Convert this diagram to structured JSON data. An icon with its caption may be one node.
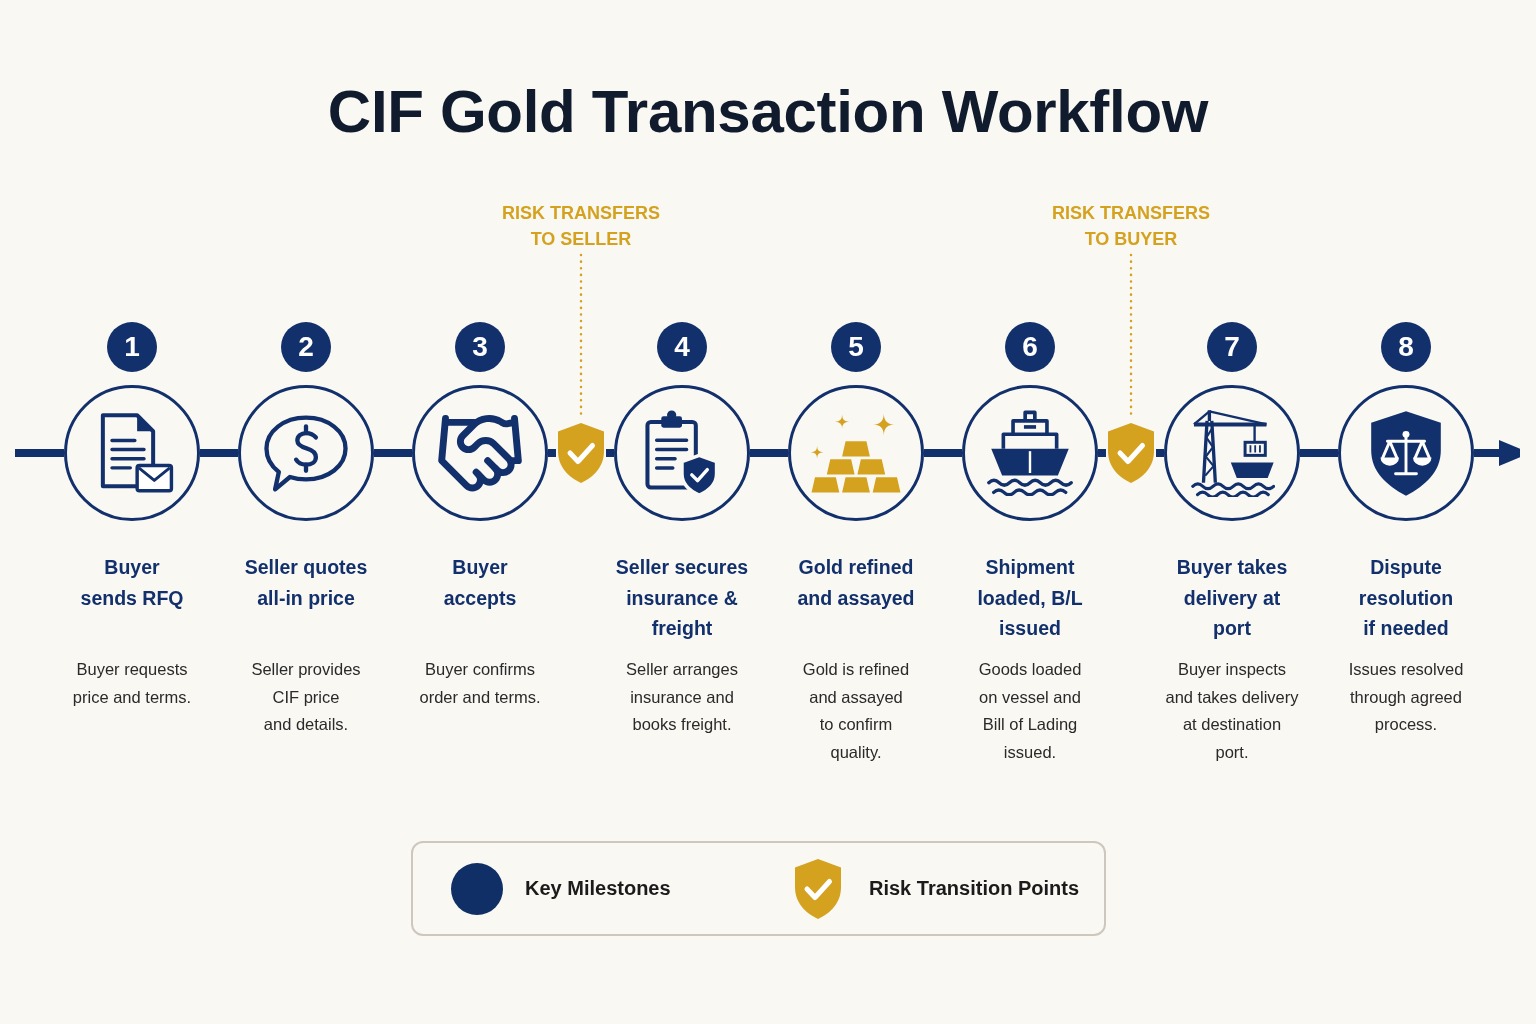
{
  "diagram": {
    "title": "CIF Gold Transaction Workflow",
    "nodes": [
      {
        "text": [
          "1",
          "Buyer sends RFQ"
        ]
      },
      {
        "text": [
          "2",
          "Seller quotes all-in price"
        ]
      },
      {
        "text": [
          "3",
          "Buyer accepts"
        ]
      },
      {
        "text": [
          "4",
          "Seller secures insurance & freight"
        ]
      },
      {
        "text": [
          "5",
          "Gold refined and assayed"
        ]
      },
      {
        "text": [
          "6",
          "Shipment loaded, B/L issued"
        ]
      },
      {
        "text": [
          "7",
          "Buyer takes delivery at port"
        ]
      },
      {
        "text": [
          "8",
          "Dispute resolution if needed"
        ]
      },
      {
        "text": [
          "RISK TRANSFERS TO SELLER"
        ]
      },
      {
        "text": [],
        "shape": "shield"
      },
      {
        "text": [
          "RISK TRANSFERS TO BUYER"
        ]
      },
      {
        "text": [],
        "shape": "shield"
      }
    ],
    "edges": [
      {
        "from": null,
        "to": 0,
        "arrow": "none"
      },
      {
        "from": 0,
        "to": 1,
        "arrow": "none"
      },
      {
        "from": 1,
        "to": 2,
        "arrow": "none"
      },
      {
        "from": 2,
        "to": 9,
        "arrow": "none"
      },
      {
        "from": 9,
        "to": 3,
        "arrow": "none"
      },
      {
        "from": 3,
        "to": 4,
        "arrow": "none"
      },
      {
        "from": 4,
        "to": 5,
        "arrow": "none"
      },
      {
        "from": 5,
        "to": 11,
        "arrow": "none"
      },
      {
        "from": 11,
        "to": 6,
        "arrow": "none"
      },
      {
        "from": 6,
        "to": 7,
        "arrow": "none"
      },
      {
        "from": 7,
        "to": null,
        "arrow": "to"
      },
      {
        "from": 8,
        "to": 9,
        "arrow": "none",
        "style": "dashed",
        "color": "#d4a21f"
      },
      {
        "from": 10,
        "to": 11,
        "arrow": "none",
        "style": "dashed",
        "color": "#d4a21f"
      }
    ],
    "labels": [
      "Buyer requests price and terms.",
      "Seller provides CIF price and details.",
      "Buyer confirms order and terms.",
      "Seller arranges insurance and books freight.",
      "Gold is refined and assayed to confirm quality.",
      "Goods loaded on vessel and Bill of Lading issued.",
      "Buyer inspects and takes delivery at destination port.",
      "Issues resolved through agreed process."
    ],
    "legend": [
      {
        "text": "Key Milestones",
        "color": "#0f2f66"
      },
      {
        "text": "Risk Transition Points"
      }
    ]
  }
}
